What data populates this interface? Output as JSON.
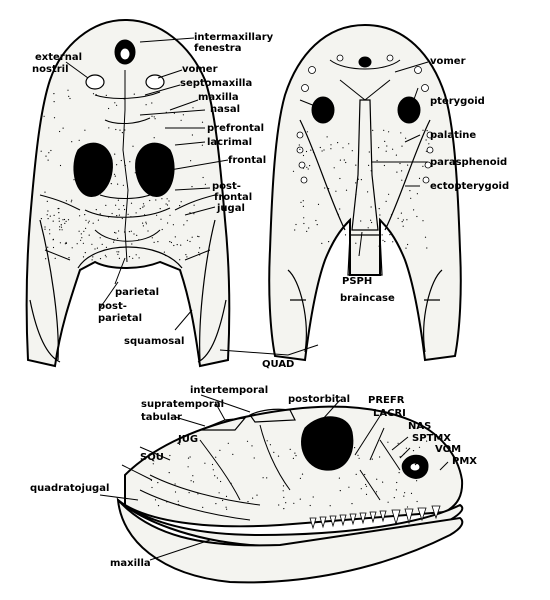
{
  "dorsal_view": {
    "labels": {
      "intermaxillary_fenestra": [
        "intermaxillary",
        "fenestra"
      ],
      "external_nostril": [
        "external",
        "nostril"
      ],
      "vomer": "vomer",
      "septomaxilla": "septomaxilla",
      "maxilla": "maxilla",
      "nasal": "nasal",
      "prefrontal": "prefrontal",
      "lacrimal": "lacrimal",
      "frontal": "frontal",
      "postfrontal": [
        "post-",
        "frontal"
      ],
      "jugal": "jugal",
      "parietal": "parietal",
      "postparietal": [
        "post-",
        "parietal"
      ],
      "squamosal": "squamosal"
    }
  },
  "ventral_view": {
    "labels": {
      "vomer": "vomer",
      "pterygoid": "pterygoid",
      "palatine": "palatine",
      "parasphenoid": "parasphenoid",
      "ectopterygoid": "ectopterygoid",
      "psph": "PSPH",
      "braincase": "braincase",
      "quad": "QUAD"
    }
  },
  "lateral_view": {
    "labels": {
      "intertemporal": "intertemporal",
      "supratemporal": "supratemporal",
      "tabular": "tabular",
      "postorbital": "postorbital",
      "prefr": "PREFR",
      "lacri": "LACRI",
      "nas": "NAS",
      "sptmx": "SPTMX",
      "vom": "VOM",
      "pmx": "PMX",
      "jug": "JUG",
      "squ": "SQU",
      "quadratojugal": "quadratojugal",
      "maxilla": "maxilla"
    }
  }
}
